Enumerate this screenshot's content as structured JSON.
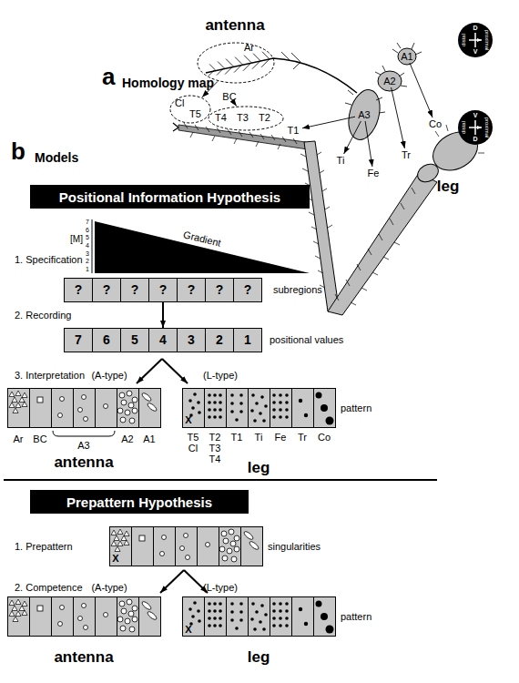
{
  "diagram": {
    "nodes": [
      {
        "text": [
          "Ar"
        ]
      },
      {
        "text": [
          "Cl",
          "T5"
        ]
      },
      {
        "text": [
          "T4",
          "T3",
          "T2"
        ]
      },
      {
        "text": [
          "BC"
        ]
      },
      {
        "text": [
          "A3"
        ]
      },
      {
        "text": [
          "A2"
        ]
      },
      {
        "text": [
          "A1"
        ]
      },
      {
        "text": [
          "T1"
        ]
      },
      {
        "text": [
          "Ti"
        ]
      },
      {
        "text": [
          "Fe"
        ]
      },
      {
        "text": [
          "Tr"
        ]
      },
      {
        "text": [
          "Co"
        ]
      },
      {
        "text": [
          "Positional Information Hypothesis"
        ]
      },
      {
        "text": [
          "subregions"
        ]
      },
      {
        "text": [
          "?"
        ],
        "in": 13
      },
      {
        "text": [
          "?"
        ],
        "in": 13
      },
      {
        "text": [
          "?"
        ],
        "in": 13
      },
      {
        "text": [
          "?"
        ],
        "in": 13
      },
      {
        "text": [
          "?"
        ],
        "in": 13
      },
      {
        "text": [
          "?"
        ],
        "in": 13
      },
      {
        "text": [
          "?"
        ],
        "in": 13
      },
      {
        "text": [
          "positional values"
        ]
      },
      {
        "text": [
          "7"
        ],
        "in": 21
      },
      {
        "text": [
          "6"
        ],
        "in": 21
      },
      {
        "text": [
          "5"
        ],
        "in": 21
      },
      {
        "text": [
          "4"
        ],
        "in": 21
      },
      {
        "text": [
          "3"
        ],
        "in": 21
      },
      {
        "text": [
          "2"
        ],
        "in": 21
      },
      {
        "text": [
          "1"
        ],
        "in": 21
      },
      {
        "text": [
          "Prepattern Hypothesis"
        ]
      }
    ],
    "edges": [
      {
        "from": 0,
        "to": 1,
        "arrow": "to"
      },
      {
        "from": 3,
        "to": 2,
        "arrow": "to"
      },
      {
        "from": 4,
        "to": 7,
        "arrow": "to"
      },
      {
        "from": 4,
        "to": 8,
        "arrow": "to"
      },
      {
        "from": 4,
        "to": 9,
        "arrow": "to"
      },
      {
        "from": 5,
        "to": 10,
        "arrow": "to"
      },
      {
        "from": 6,
        "to": 11,
        "arrow": "to"
      },
      {
        "from": 13,
        "to": 21,
        "arrow": "to"
      }
    ],
    "labels": [
      "a",
      "Homology map",
      "antenna",
      "leg",
      "D",
      "V",
      "distal",
      "proximal",
      "V",
      "D",
      "distal",
      "proximal",
      "b",
      "Models",
      "1. Specification",
      "[M]",
      "7",
      "6",
      "5",
      "4",
      "3",
      "2",
      "1",
      "Gradient",
      "2. Recording",
      "3. Interpretation",
      "(A-type)",
      "(L-type)",
      "X",
      "pattern",
      "Ar",
      "BC",
      "A3",
      "A2",
      "A1",
      "antenna",
      "T5",
      "Cl",
      "T2",
      "T3",
      "T4",
      "T1",
      "Ti",
      "Fe",
      "Tr",
      "Co",
      "leg",
      "1. Prepattern",
      "X",
      "singularities",
      "2. Competence",
      "(A-type)",
      "(L-type)",
      "X",
      "pattern",
      "antenna",
      "leg"
    ]
  }
}
